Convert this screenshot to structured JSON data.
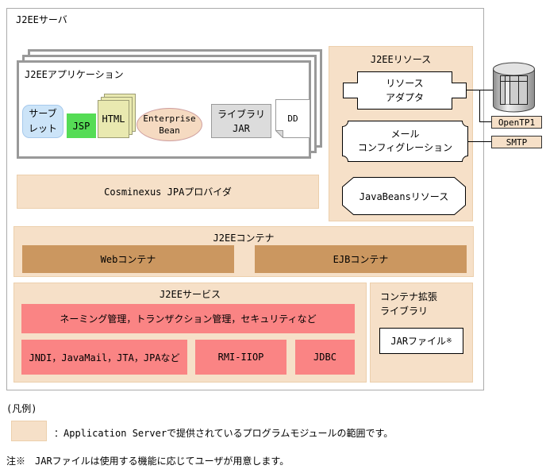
{
  "colors": {
    "provided_module_fill": "#F6E0C8",
    "provided_module_border": "#ECCFAC",
    "container_tan": "#CB9760",
    "service_pink": "#FA8484",
    "jsp_green": "#55DC55",
    "servlet_blue": "#CCE4F8",
    "html_khaki": "#E9E9B0",
    "bean_peach": "#F5DAC1",
    "stack_border_gray": "#999999",
    "outer_border_gray": "#ABABAB"
  },
  "server": {
    "label": "J2EEサーバ"
  },
  "application": {
    "label": "J2EEアプリケーション",
    "servlet": "サーブ\nレット",
    "jsp": "JSP",
    "html": "HTML",
    "enterprise_bean": "Enterprise\nBean",
    "library_jar": "ライブラリ\nJAR",
    "dd": "DD"
  },
  "jpa_provider": {
    "label": "Cosminexus JPAプロバイダ"
  },
  "resources": {
    "title": "J2EEリソース",
    "resource_adapter": "リソース\nアダプタ",
    "mail_configuration": "メール\nコンフィグレーション",
    "javabeans_resource": "JavaBeansリソース"
  },
  "external": {
    "opentp1": "OpenTP1",
    "smtp": "SMTP"
  },
  "container": {
    "title": "J2EEコンテナ",
    "web": "Webコンテナ",
    "ejb": "EJBコンテナ"
  },
  "services": {
    "title": "J2EEサービス",
    "row1": "ネーミング管理，トランザクション管理，セキュリティなど",
    "items": [
      "JNDI，JavaMail，JTA，JPAなど",
      "RMI-IIOP",
      "JDBC"
    ]
  },
  "extension": {
    "title": "コンテナ拡張\nライブラリ",
    "jar_file": "JARファイル",
    "jar_sup": "※"
  },
  "legend": {
    "heading": "(凡例)",
    "description": "：Application Serverで提供されているプログラムモジュールの範囲です。",
    "note": "注※　JARファイルは使用する機能に応じてユーザが用意します。"
  }
}
